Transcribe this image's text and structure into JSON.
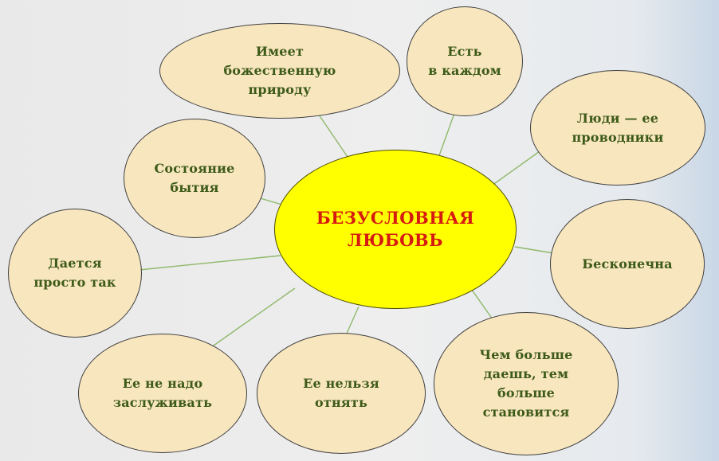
{
  "diagram": {
    "center": "БЕЗУСЛОВНАЯ\nЛЮБОВЬ",
    "nodes": [
      {
        "id": "divine-nature",
        "text": "Имеет\nбожественную\nприроду"
      },
      {
        "id": "in-everyone",
        "text": "Есть\nв каждом"
      },
      {
        "id": "people-conductors",
        "text": "Люди — ее\nпроводники"
      },
      {
        "id": "state-of-being",
        "text": "Состояние\nбытия"
      },
      {
        "id": "infinite",
        "text": "Бесконечна"
      },
      {
        "id": "given-freely",
        "text": "Дается\nпросто так"
      },
      {
        "id": "no-need-to-earn",
        "text": "Ее не надо\nзаслуживать"
      },
      {
        "id": "cannot-take-away",
        "text": "Ее нельзя\nотнять"
      },
      {
        "id": "more-you-give",
        "text": "Чем больше\nдаешь, тем\nбольше\nстановится"
      }
    ]
  },
  "colors": {
    "center_fill": "#ffff00",
    "center_text": "#d61a0f",
    "node_fill": "#f8e6bf",
    "node_text": "#3d5a18",
    "arrow": "#8fb96b"
  }
}
